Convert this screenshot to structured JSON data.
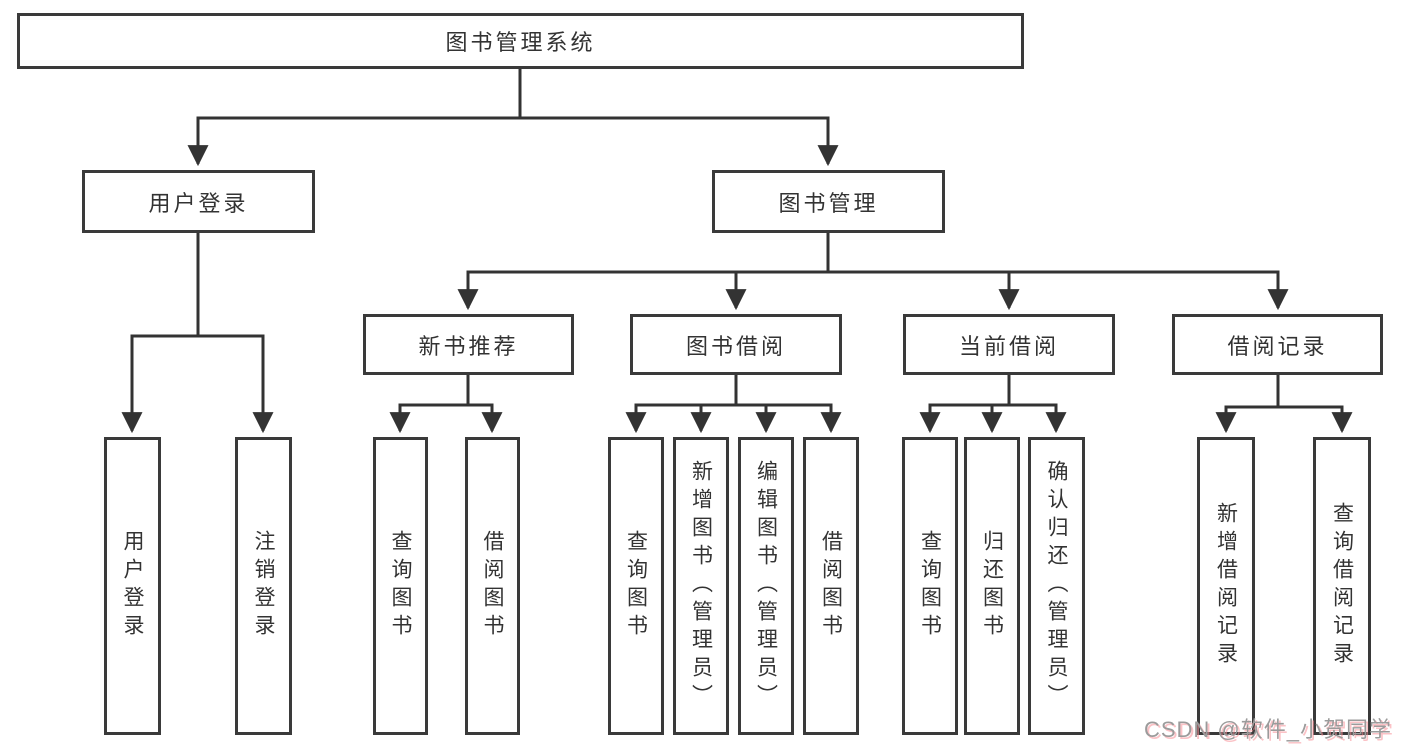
{
  "diagram": {
    "root": {
      "label": "图书管理系统"
    },
    "level2": [
      {
        "label": "用户登录"
      },
      {
        "label": "图书管理"
      }
    ],
    "level3": [
      {
        "label": "新书推荐"
      },
      {
        "label": "图书借阅"
      },
      {
        "label": "当前借阅"
      },
      {
        "label": "借阅记录"
      }
    ],
    "leaves": [
      {
        "label": "用户登录"
      },
      {
        "label": "注销登录"
      },
      {
        "label": "查询图书"
      },
      {
        "label": "借阅图书"
      },
      {
        "label": "查询图书"
      },
      {
        "label": "新增图书（管理员）"
      },
      {
        "label": "编辑图书（管理员）"
      },
      {
        "label": "借阅图书"
      },
      {
        "label": "查询图书"
      },
      {
        "label": "归还图书"
      },
      {
        "label": "确认归还（管理员）"
      },
      {
        "label": "新增借阅记录"
      },
      {
        "label": "查询借阅记录"
      }
    ]
  },
  "watermark": {
    "text": "CSDN @软件_小贺同学"
  },
  "colors": {
    "line": "#333333",
    "border": "#3a3a3a",
    "text": "#333333",
    "watermark_gray": "#9b9b9b",
    "watermark_shadow_pink": "#f78f98",
    "background": "#ffffff"
  }
}
